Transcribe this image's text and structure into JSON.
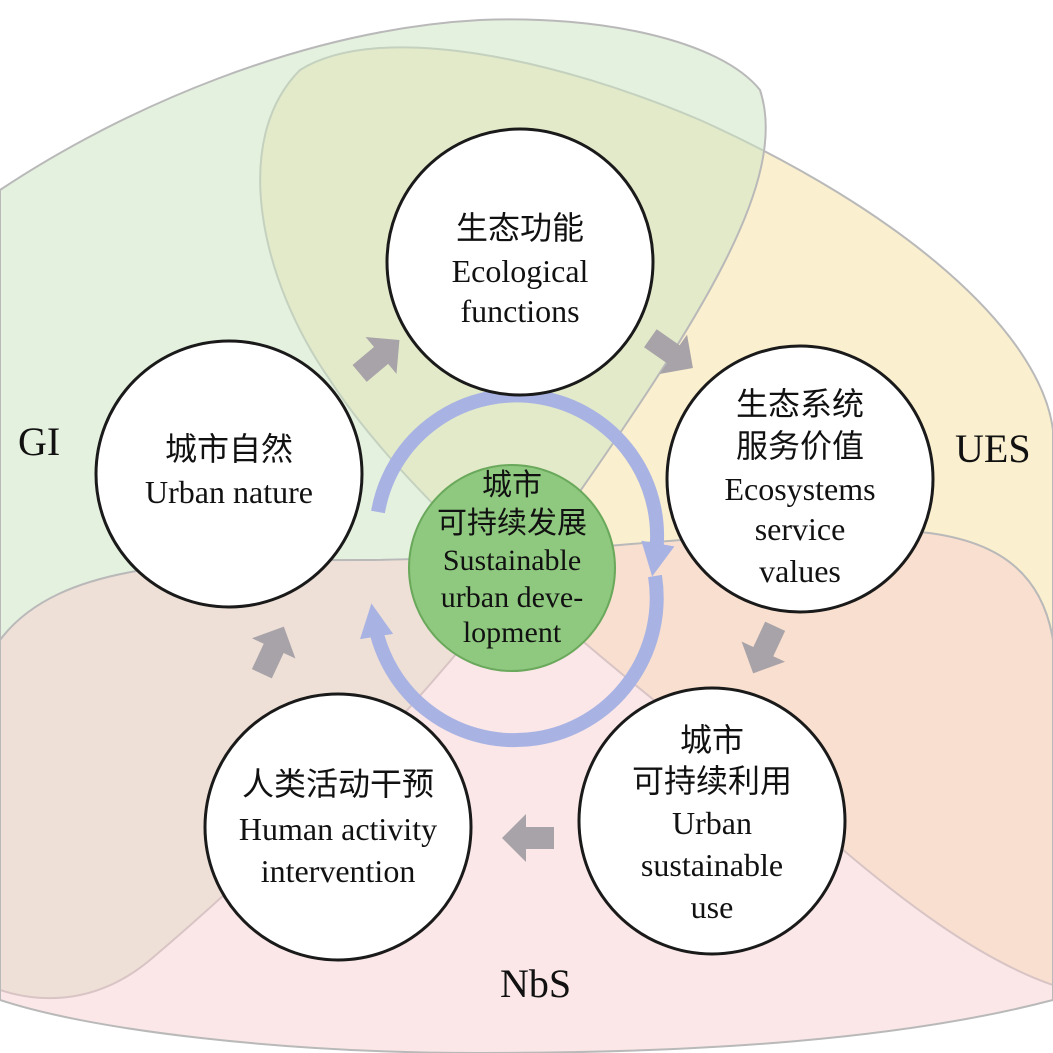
{
  "zones": {
    "gi": {
      "label": "GI",
      "color": "#cfe6c4"
    },
    "ues": {
      "label": "UES",
      "color": "#f6e2a6"
    },
    "nbs": {
      "label": "NbS",
      "color": "#f7cfcf"
    }
  },
  "colors": {
    "arrow": "#a8a3a8",
    "cycle": "#a9b3e3",
    "center_fill": "#8fc97f",
    "node_stroke": "#1a1a1a"
  },
  "nodes": {
    "ecological": {
      "zh": "生态功能",
      "en": [
        "Ecological",
        "functions"
      ]
    },
    "ecosystem": {
      "zh": [
        "生态系统",
        "服务价值"
      ],
      "en": [
        "Ecosystems",
        "service",
        "values"
      ]
    },
    "sustainable_use": {
      "zh": [
        "城市",
        "可持续利用"
      ],
      "en": [
        "Urban",
        "sustainable",
        "use"
      ]
    },
    "human": {
      "zh": "人类活动干预",
      "en": [
        "Human activity",
        "intervention"
      ]
    },
    "nature": {
      "zh": "城市自然",
      "en": "Urban nature"
    },
    "center": {
      "zh": [
        "城市",
        "可持续发展"
      ],
      "en": [
        "Sustainable",
        "urban deve-",
        "lopment"
      ]
    }
  }
}
